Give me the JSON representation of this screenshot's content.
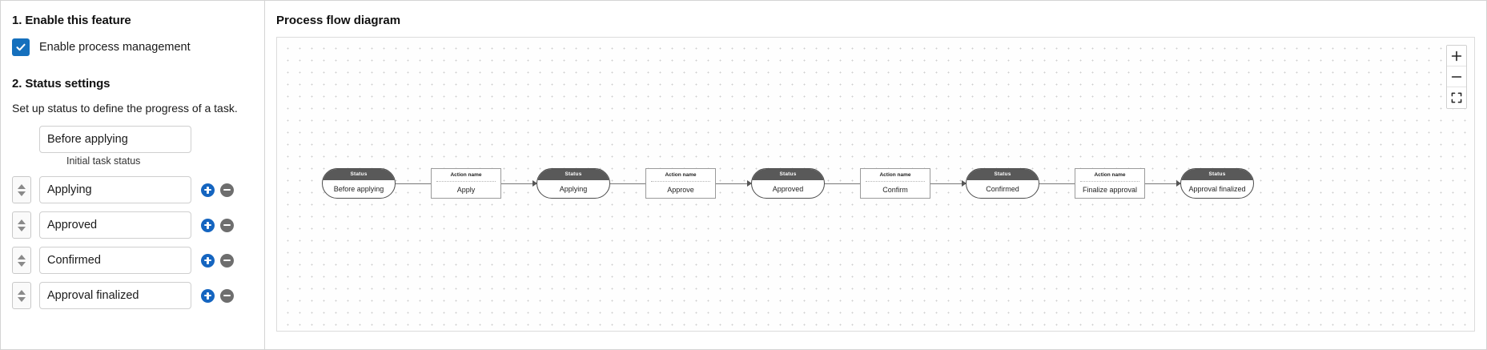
{
  "left": {
    "section1_title": "1. Enable this feature",
    "enable_checkbox_label": "Enable process management",
    "checkbox_checked": true,
    "section2_title": "2. Status settings",
    "helper_text": "Set up status to define the progress of a task.",
    "initial_status": {
      "value": "Before applying",
      "caption": "Initial task status"
    },
    "statuses": [
      {
        "value": "Applying"
      },
      {
        "value": "Approved"
      },
      {
        "value": "Confirmed"
      },
      {
        "value": "Approval finalized"
      }
    ],
    "add_button_title": "Add status",
    "remove_button_title": "Remove status",
    "reorder_handle_title": "Reorder"
  },
  "right": {
    "diagram_title": "Process flow diagram",
    "status_header_label": "Status",
    "action_header_label": "Action name",
    "zoom_in_label": "+",
    "zoom_out_label": "−",
    "fit_label": "Fit to screen"
  },
  "chart_data": {
    "type": "diagram",
    "title": "Process flow diagram",
    "orientation": "horizontal",
    "nodes": [
      {
        "kind": "status",
        "header": "Status",
        "label": "Before applying"
      },
      {
        "kind": "action",
        "header": "Action name",
        "label": "Apply"
      },
      {
        "kind": "status",
        "header": "Status",
        "label": "Applying"
      },
      {
        "kind": "action",
        "header": "Action name",
        "label": "Approve"
      },
      {
        "kind": "status",
        "header": "Status",
        "label": "Approved"
      },
      {
        "kind": "action",
        "header": "Action name",
        "label": "Confirm"
      },
      {
        "kind": "status",
        "header": "Status",
        "label": "Confirmed"
      },
      {
        "kind": "action",
        "header": "Action name",
        "label": "Finalize approval"
      },
      {
        "kind": "status",
        "header": "Status",
        "label": "Approval finalized"
      }
    ],
    "edges": [
      {
        "from": "Before applying",
        "to": "Apply"
      },
      {
        "from": "Apply",
        "to": "Applying"
      },
      {
        "from": "Applying",
        "to": "Approve"
      },
      {
        "from": "Approve",
        "to": "Approved"
      },
      {
        "from": "Approved",
        "to": "Confirm"
      },
      {
        "from": "Confirm",
        "to": "Confirmed"
      },
      {
        "from": "Confirmed",
        "to": "Finalize approval"
      },
      {
        "from": "Finalize approval",
        "to": "Approval finalized"
      }
    ]
  },
  "colors": {
    "accent": "#1570bd",
    "add_button": "#1565c0",
    "remove_button": "#6e6e6e",
    "status_header": "#595959",
    "canvas_dot": "#cfcfcf"
  }
}
